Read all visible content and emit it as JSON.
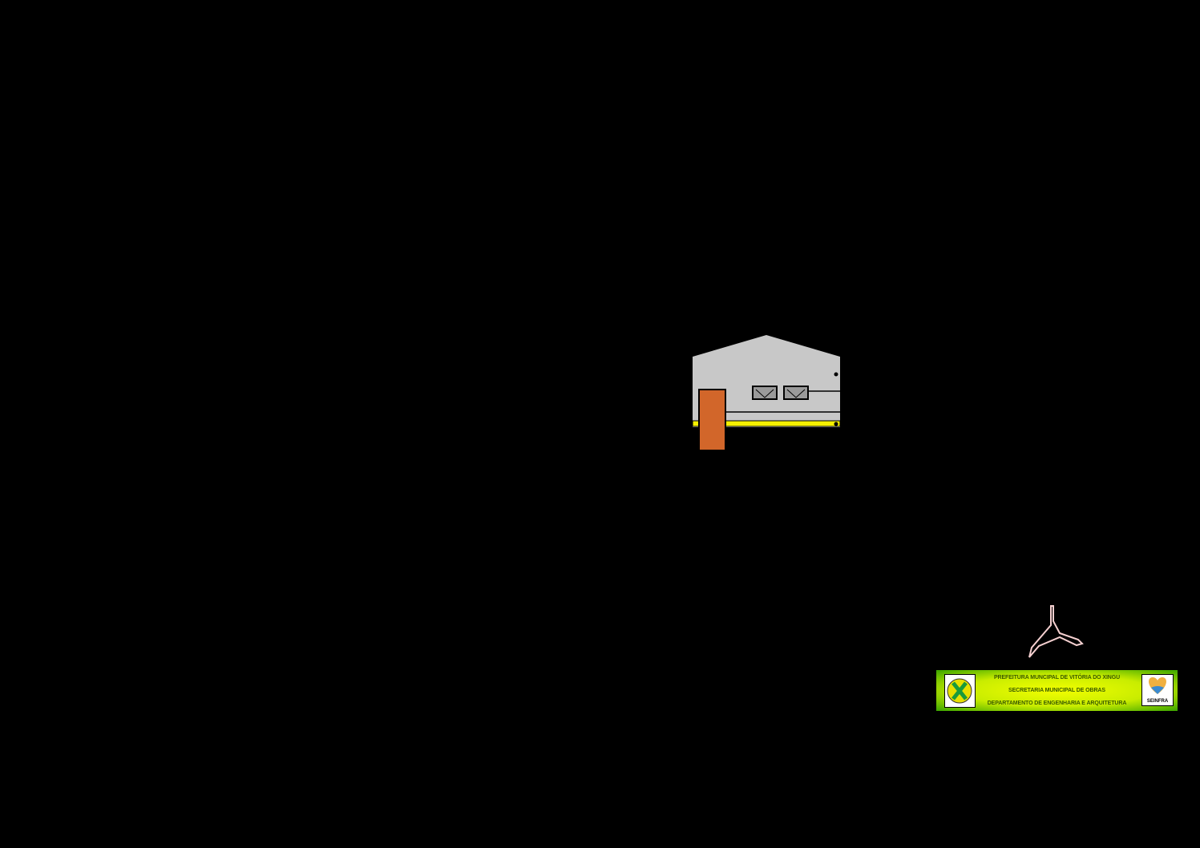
{
  "title_block": {
    "line1": "PREFEITURA MUNCIPAL DE VITÓRIA DO XINGU",
    "line2": "SECRETARIA MUNICIPAL DE OBRAS",
    "line3": "DEPARTAMENTO DE ENGENHARIA E ARQUITETURA",
    "right_logo_text": "SEINFRA"
  },
  "colors": {
    "background": "#000000",
    "wall": "#c8c8c8",
    "door": "#d2662a",
    "band": "#f5f000",
    "acrobat_icon": "#f5d0d0"
  }
}
